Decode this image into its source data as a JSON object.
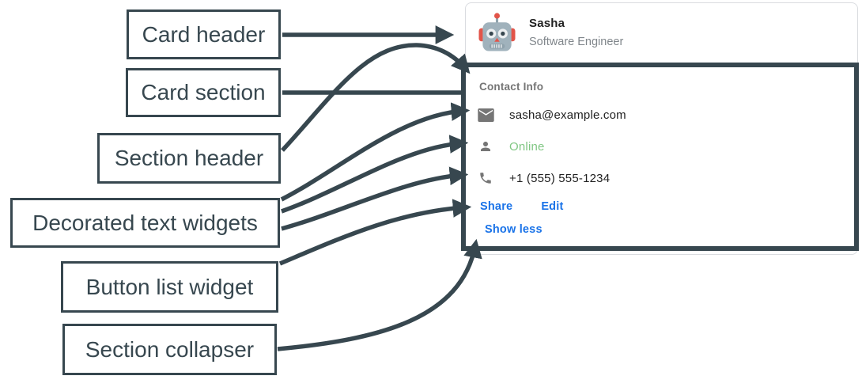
{
  "annotations": [
    {
      "label": "Card header"
    },
    {
      "label": "Card section"
    },
    {
      "label": "Section header"
    },
    {
      "label": "Decorated text widgets"
    },
    {
      "label": "Button list widget"
    },
    {
      "label": "Section collapser"
    }
  ],
  "card": {
    "header": {
      "title": "Sasha",
      "subtitle": "Software Engineer",
      "avatar_icon": "robot-avatar"
    },
    "section": {
      "header": "Contact Info",
      "decorated_text": [
        {
          "icon": "email-icon",
          "text": "sasha@example.com"
        },
        {
          "icon": "person-icon",
          "text": "Online",
          "status_color": "#81c784"
        },
        {
          "icon": "phone-icon",
          "text": "+1 (555) 555-1234"
        }
      ],
      "buttons": [
        {
          "label": "Share"
        },
        {
          "label": "Edit"
        }
      ],
      "collapser_label": "Show less"
    }
  },
  "colors": {
    "annotation_dark": "#37474f",
    "link_blue": "#1a73e8",
    "online_green": "#81c784",
    "card_border_gray": "#dadce0",
    "text_primary": "#212121",
    "text_secondary": "#757575",
    "icon_gray": "#757575",
    "avatar_red": "#e25449",
    "avatar_gray": "#a0b2bc"
  }
}
